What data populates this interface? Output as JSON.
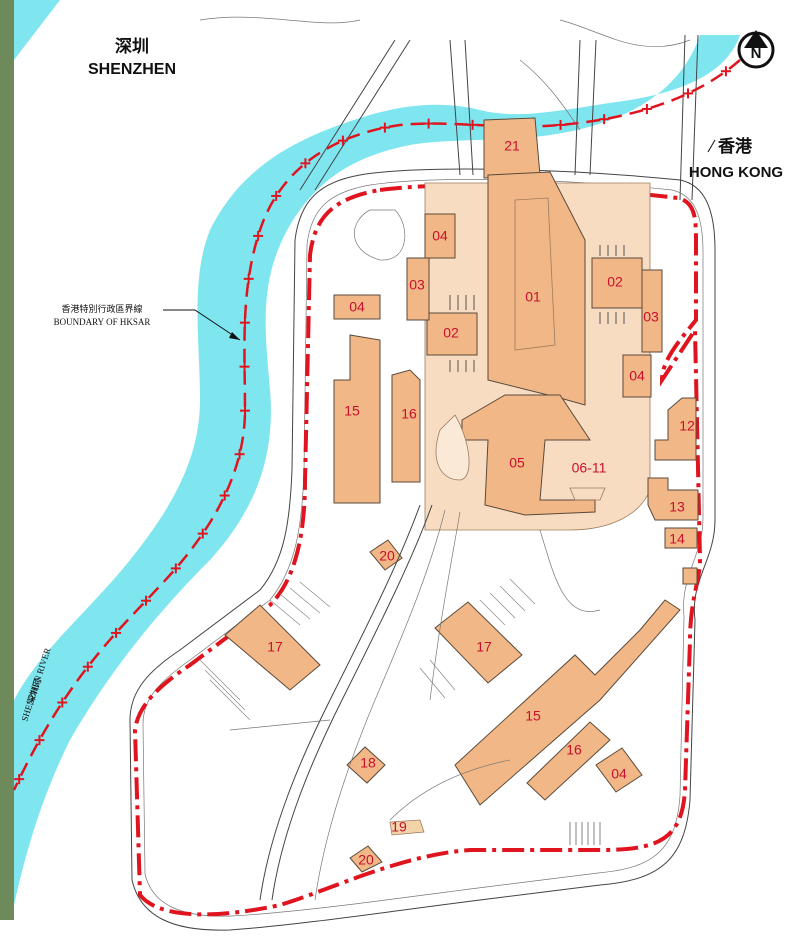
{
  "map": {
    "places": {
      "shenzhen_cn": "深圳",
      "shenzhen_en": "SHENZHEN",
      "hongkong_cn": "香港",
      "hongkong_en": "HONG KONG"
    },
    "boundary": {
      "label_cn": "香港特別行政區界線",
      "label_en": "BOUNDARY OF HKSAR"
    },
    "river": {
      "label_cn": "深圳河",
      "label_en": "SHENZHEN RIVER"
    },
    "north_arrow": "N",
    "plot_labels": {
      "p21": "21",
      "p01": "01",
      "p02a": "02",
      "p02b": "02",
      "p03a": "03",
      "p03b": "03",
      "p04a": "04",
      "p04b": "04",
      "p04c": "04",
      "p04d": "04",
      "p05": "05",
      "p0611": "06-11",
      "p12": "12",
      "p13": "13",
      "p14": "14",
      "p15a": "15",
      "p15b": "15",
      "p16a": "16",
      "p16b": "16",
      "p17a": "17",
      "p17b": "17",
      "p18": "18",
      "p19": "19",
      "p20a": "20",
      "p20b": "20"
    },
    "colors": {
      "river": "#7fe6f0",
      "building": "#f2b786",
      "terminal_zone": "#f8dcc2",
      "boundary_line": "#e0141e",
      "plot_label": "#c8102e"
    }
  }
}
